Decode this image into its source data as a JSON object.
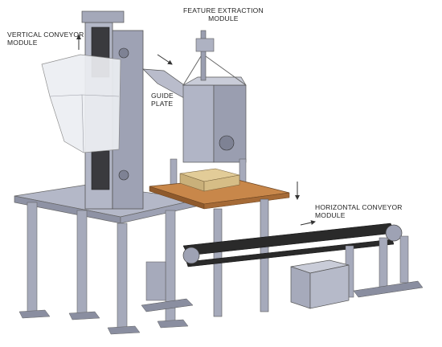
{
  "labels": {
    "vertical_line1": "VERTICAL CONVEYOR",
    "vertical_line2": "MODULE",
    "feature_line1": "FEATURE EXTRACTION",
    "feature_line2": "MODULE",
    "guide_line1": "GUIDE",
    "guide_line2": "PLATE",
    "horizontal_line1": "HORIZONTAL CONVEYOR",
    "horizontal_line2": "MODULE"
  },
  "colors": {
    "steel": "#a9adbd",
    "steel_dark": "#7e8294",
    "steel_light": "#c9ccd8",
    "table_top": "#c8874a",
    "wood": "#d8c089",
    "belt": "#2a2a2a",
    "hopper": "#e9ebef"
  }
}
